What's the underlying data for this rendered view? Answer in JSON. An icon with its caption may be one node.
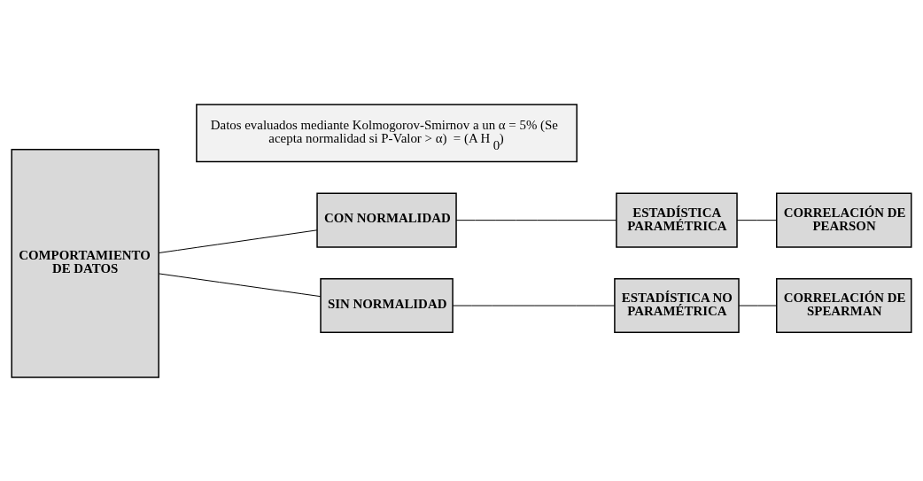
{
  "diagram": {
    "nodes": [
      {
        "text": [
          "COMPORTAMIENTO DE DATOS"
        ]
      },
      {
        "text": [
          "CON NORMALIDAD"
        ]
      },
      {
        "text": [
          "ESTADÍSTICA PARAMÉTRICA"
        ]
      },
      {
        "text": [
          "CORRELACIÓN DE PEARSON"
        ]
      },
      {
        "text": [
          "Datos evaluados mediante Kolmogorov-Smirnov a un α = 5% (Se acepta normalidad si P-Valor > α)  = (A H$_{0}$)"
        ]
      },
      {
        "text": [
          "SIN NORMALIDAD"
        ]
      },
      {
        "text": [
          "ESTADÍSTICA NO PARAMÉTRICA"
        ]
      },
      {
        "text": [
          "CORRELACIÓN DE SPEARMAN"
        ]
      }
    ],
    "edges": [
      {
        "from": 0,
        "to": 1,
        "arrow": "none"
      },
      {
        "from": 1,
        "to": 2,
        "arrow": "none"
      },
      {
        "from": 2,
        "to": 3,
        "arrow": "none"
      },
      {
        "from": 0,
        "to": 5,
        "arrow": "none"
      },
      {
        "from": 5,
        "to": 6,
        "arrow": "none"
      },
      {
        "from": 6,
        "to": 7,
        "arrow": "none"
      }
    ]
  }
}
